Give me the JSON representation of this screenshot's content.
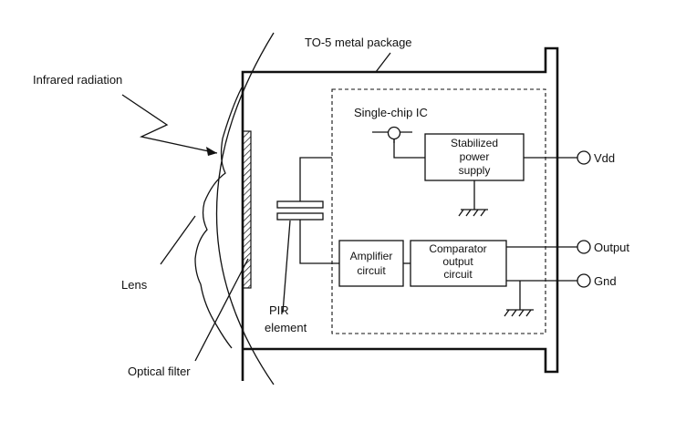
{
  "labels": {
    "package": "TO-5  metal package",
    "infrared": "Infrared radiation",
    "lens": "Lens",
    "optical_filter": "Optical filter",
    "pir_line1": "PIR",
    "pir_line2": "element",
    "single_chip": "Single-chip IC",
    "vdd": "Vdd",
    "output": "Output",
    "gnd": "Gnd"
  },
  "blocks": {
    "stabilized": [
      "Stabilized",
      "power",
      "supply"
    ],
    "amplifier": [
      "Amplifier",
      "circuit"
    ],
    "comparator": [
      "Comparator",
      "output",
      "circuit"
    ]
  }
}
